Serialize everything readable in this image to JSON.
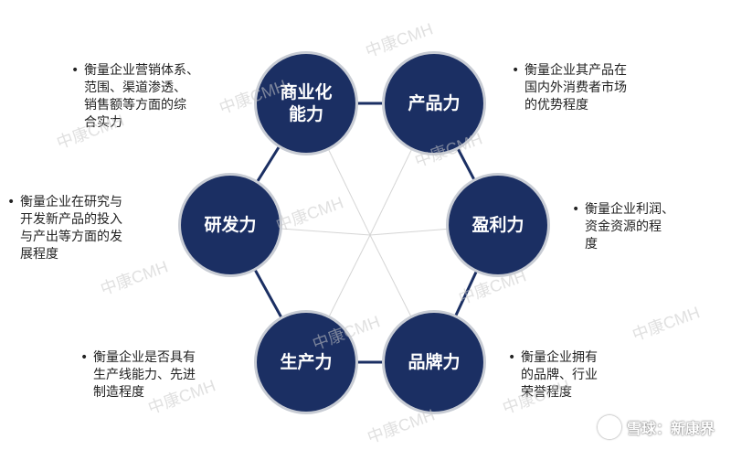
{
  "colors": {
    "node_fill": "#1b2f63",
    "node_ring": "#c8ccd4",
    "connector": "#1b2f63",
    "spokes": "#d5d5d5"
  },
  "nodes": [
    {
      "id": "commercial",
      "label": "商业化\n能力",
      "desc": "衡量企业营销体系、\n范围、渠道渗透、\n销售额等方面的综\n合实力"
    },
    {
      "id": "product",
      "label": "产品力",
      "desc": "衡量企业其产品在\n国内外消费者市场\n的优势程度"
    },
    {
      "id": "profit",
      "label": "盈利力",
      "desc": "衡量企业利润、\n资金资源的程\n度"
    },
    {
      "id": "brand",
      "label": "品牌力",
      "desc": "衡量企业拥有\n的品牌、行业\n荣誉程度"
    },
    {
      "id": "production",
      "label": "生产力",
      "desc": "衡量企业是否具有\n生产线能力、先进\n制造程度"
    },
    {
      "id": "rnd",
      "label": "研发力",
      "desc": "衡量企业在研究与\n开发新产品的投入\n与产出等方面的发\n展程度"
    }
  ],
  "watermark": "中康CMH",
  "footer": {
    "logo_icon": "snowball-icon",
    "text": "雪球：新康界"
  }
}
